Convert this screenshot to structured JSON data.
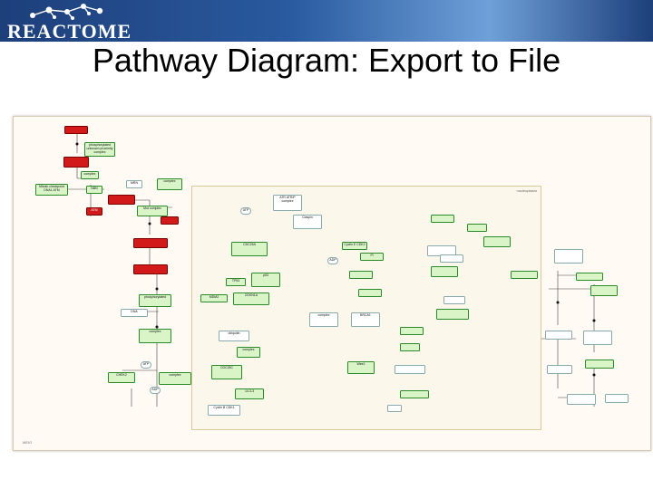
{
  "header": {
    "logo_text": "REACTOME",
    "slide_title": "Pathway Diagram: Export to File"
  },
  "colors": {
    "banner": "#2a5aa0",
    "node_green": "#d9f5c8",
    "node_red": "#d21a1a",
    "compartment": "#fbf7ea"
  },
  "diagram": {
    "compartment_label": "nucleoplasm",
    "frame_label": "MEIO",
    "nodes": [
      {
        "label": "",
        "color": "red"
      },
      {
        "label": "phosphorylated unknown proximity complex",
        "color": "green"
      },
      {
        "label": "",
        "color": "red"
      },
      {
        "label": "complex",
        "color": "green"
      },
      {
        "label": "Mitotic checkpoint DNA1 ATM",
        "color": "green"
      },
      {
        "label": "NBN",
        "color": "green"
      },
      {
        "label": "MRN",
        "color": "green"
      },
      {
        "label": "complex",
        "color": "green"
      },
      {
        "label": "",
        "color": "red"
      },
      {
        "label": "ATM",
        "color": "red"
      },
      {
        "label": "Mut complex",
        "color": "green"
      },
      {
        "label": "",
        "color": "red"
      },
      {
        "label": "",
        "color": "red"
      },
      {
        "label": "",
        "color": "red"
      },
      {
        "label": "phosphorylated",
        "color": "green"
      },
      {
        "label": "DNA",
        "color": "green"
      },
      {
        "label": "complex",
        "color": "green"
      },
      {
        "label": "CHEK2",
        "color": "green"
      },
      {
        "label": "complex",
        "color": "green"
      },
      {
        "label": "ATR ATRIP complex",
        "color": "green"
      },
      {
        "label": "Claspin",
        "color": "green"
      },
      {
        "label": "CDC25A",
        "color": "green"
      },
      {
        "label": "Cyclin E CDK2",
        "color": "green"
      },
      {
        "label": "p53",
        "color": "green"
      },
      {
        "label": "TP53",
        "color": "green"
      },
      {
        "label": "MDM2",
        "color": "green"
      },
      {
        "label": "CDKN1A",
        "color": "green"
      },
      {
        "label": "ATP",
        "color": "green"
      },
      {
        "label": "ADP",
        "color": "green"
      },
      {
        "label": "Pi",
        "color": "green"
      },
      {
        "label": "ubiquitin",
        "color": "green"
      },
      {
        "label": "complex",
        "color": "green"
      },
      {
        "label": "CDC25C",
        "color": "green"
      },
      {
        "label": "14-3-3",
        "color": "green"
      },
      {
        "label": "Cyclin B CDK1",
        "color": "green"
      },
      {
        "label": "Wee1",
        "color": "green"
      },
      {
        "label": "ATP",
        "color": "green"
      },
      {
        "label": "ADP",
        "color": "green"
      },
      {
        "label": "complex",
        "color": "green"
      },
      {
        "label": "BRCA1",
        "color": "green"
      }
    ]
  }
}
